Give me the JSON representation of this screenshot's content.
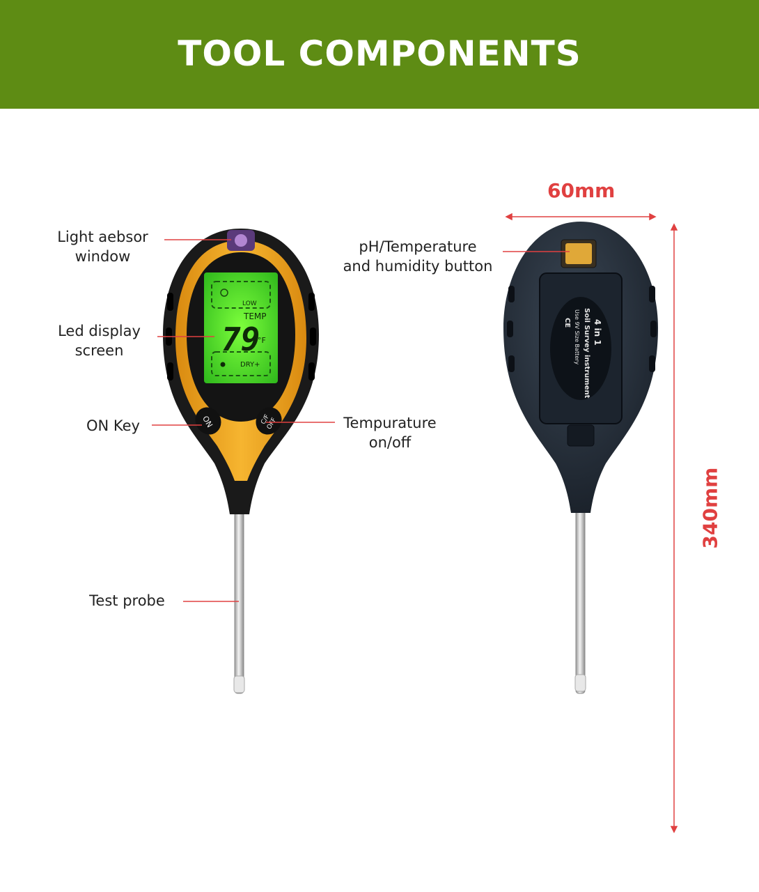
{
  "header": {
    "title": "TOOL COMPONENTS"
  },
  "colors": {
    "accent": "#5e8c14",
    "callout_line": "#e04040",
    "dimension": "#e04040"
  },
  "callouts": {
    "light_window": [
      "Light aebsor",
      "window"
    ],
    "led_display": [
      "Led display",
      "screen"
    ],
    "on_key": [
      "ON Key"
    ],
    "test_probe": [
      "Test probe"
    ],
    "ph_button": [
      "pH/Temperature",
      "and humidity button"
    ],
    "temp_onoff": [
      "Tempurature",
      "on/off"
    ]
  },
  "dimensions": {
    "width": "60mm",
    "height": "340mm"
  },
  "device": {
    "lcd": {
      "top_text": "LOW",
      "mode": "TEMP",
      "reading": "79",
      "unit": "°F",
      "bottom_text": "DRY+",
      "sun_icon": "sun-icon"
    },
    "on_button": "ON",
    "off_button": [
      "C/F",
      "OFF"
    ],
    "back_label": {
      "line1": "4 in 1",
      "line2": "Soil Survey instrument",
      "line3": "Use 9V Size Battery",
      "mark": "CE"
    }
  }
}
